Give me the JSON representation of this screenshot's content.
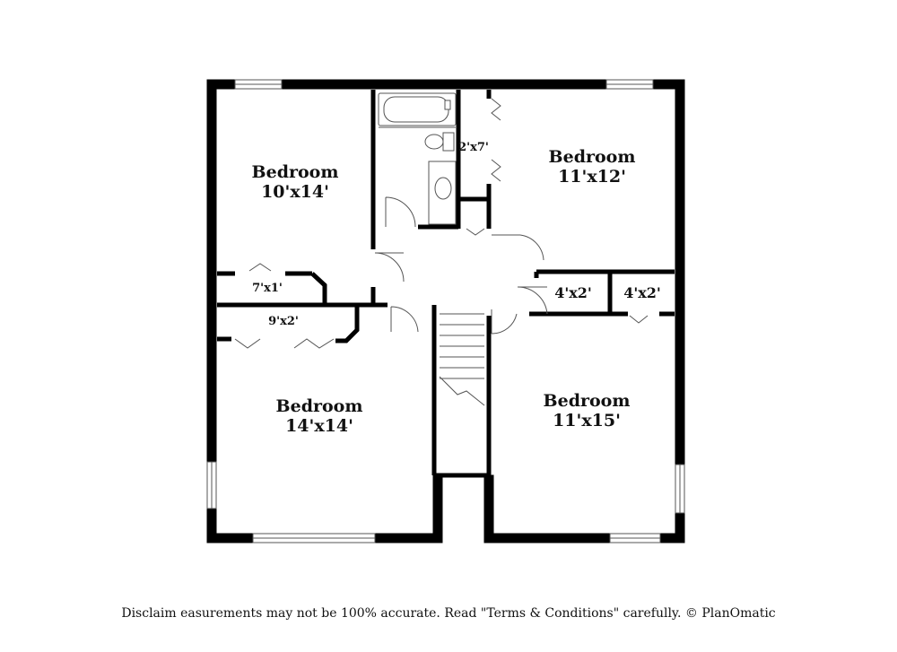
{
  "rooms": [
    {
      "name": "Bedroom",
      "size": "10'x14'"
    },
    {
      "name": "Bedroom",
      "size": "11'x12'"
    },
    {
      "name": "Bedroom",
      "size": "14'x14'"
    },
    {
      "name": "Bedroom",
      "size": "11'x15'"
    }
  ],
  "closets": [
    "2'x7'",
    "7'x1'",
    "9'x2'",
    "4'x2'",
    "4'x2'"
  ],
  "disclaimer": "Disclaim     easurements may not be 100% accurate. Read \"Terms & Conditions\" carefully. © PlanOmatic",
  "colors": {
    "wall": "#000000",
    "background": "#ffffff"
  }
}
